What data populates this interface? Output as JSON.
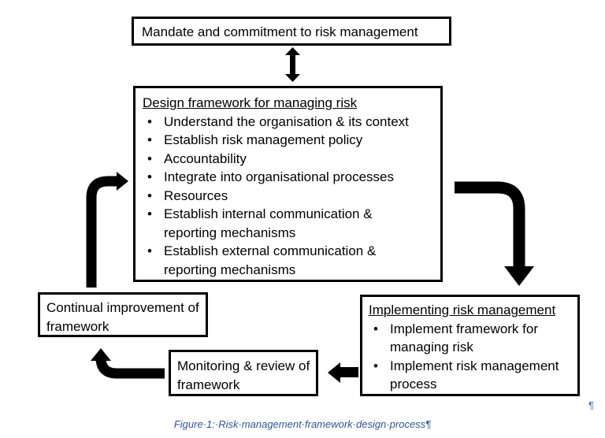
{
  "mandate": {
    "text": "Mandate and commitment to risk management"
  },
  "design": {
    "heading": "Design framework for managing risk",
    "items": [
      "Understand the organisation & its context",
      "Establish risk management policy",
      "Accountability",
      "Integrate into organisational processes",
      "Resources",
      "Establish internal communication & reporting mechanisms",
      "Establish external communication & reporting mechanisms"
    ]
  },
  "implementing": {
    "heading": "Implementing risk management",
    "items": [
      "Implement framework for managing risk",
      "Implement risk management process"
    ]
  },
  "monitoring": {
    "text": "Monitoring & review of framework"
  },
  "continual": {
    "text": "Continual improvement of framework"
  },
  "caption": {
    "text": "Figure·1:·Risk·management·framework·design·process¶"
  },
  "pilcrow": "¶",
  "colors": {
    "caption": "#2f5496",
    "pilcrow": "#4472c4",
    "border": "#000000"
  }
}
